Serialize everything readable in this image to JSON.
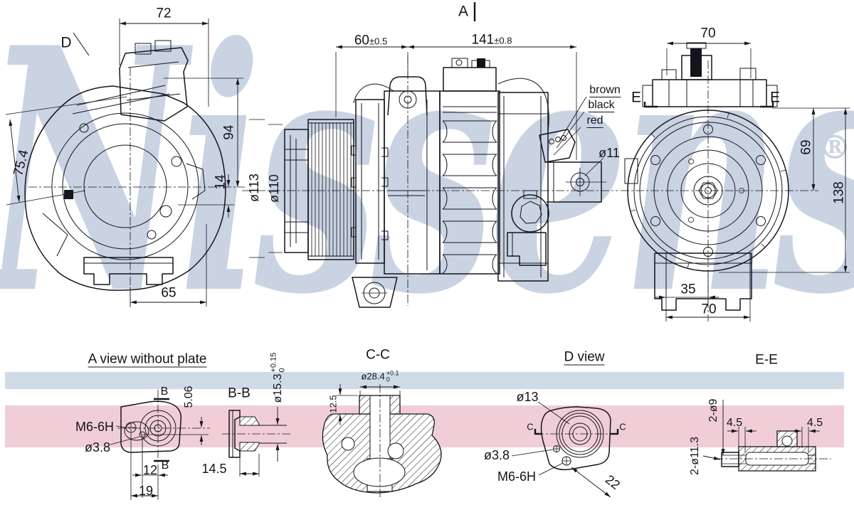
{
  "watermark": {
    "text": "Nissens",
    "registered": "®",
    "color": "#c9d3e2"
  },
  "bands": {
    "blue": "#cfdce8",
    "pink": "#f1ced7"
  },
  "line_color": "#14141c",
  "top_views": {
    "d_marker": "D",
    "a_marker": "A",
    "e_left": "E",
    "e_right": "E",
    "dim_72": "72",
    "dim_75_4": "75.4",
    "dim_94": "94",
    "dim_14": "14",
    "dim_o113": "ø113",
    "dim_o110": "ø110",
    "dim_60": "60",
    "tol_60": "±0.5",
    "dim_141": "141",
    "tol_141": "±0.8",
    "dim_70_top": "70",
    "wire_brown": "brown",
    "wire_black": "black",
    "wire_red": "red",
    "dim_o11": "ø11",
    "dim_69": "69",
    "dim_138": "138",
    "dim_65": "65",
    "dim_35": "35",
    "dim_70_bottom": "70"
  },
  "a_view": {
    "title": "A view without plate",
    "thread": "M6-6H",
    "dim_o3_8": "ø3.8",
    "b_top": "B",
    "b_bottom": "B",
    "dim_5_06": "5.06",
    "dim_12": "12",
    "dim_19": "19"
  },
  "bb_section": {
    "title": "B-B",
    "dim_o15_3": "ø15.3",
    "tol_plus": "+0.15",
    "tol_minus": "0",
    "dim_14_5": "14.5"
  },
  "cc_section": {
    "title": "C-C",
    "dim_o28_4": "ø28.4",
    "tol_plus": "+0.1",
    "tol_minus": "0",
    "dim_12_5": "12.5"
  },
  "d_view": {
    "title": "D view",
    "dim_o13": "ø13",
    "dim_o3_8": "ø3.8",
    "thread": "M6-6H",
    "dim_22": "22",
    "c_left": "C",
    "c_right": "C"
  },
  "ee_section": {
    "title": "E-E",
    "dim_2_o9": "2-ø9",
    "dim_2_o11_3": "2-ø11.3",
    "dim_4_5_left": "4.5",
    "dim_4_5_right": "4.5"
  }
}
